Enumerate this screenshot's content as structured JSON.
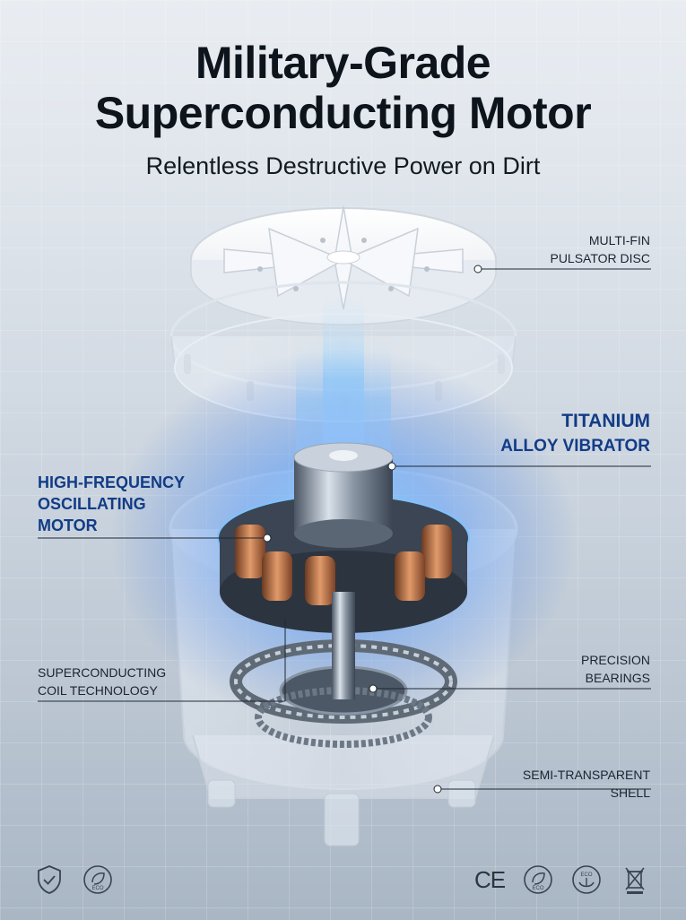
{
  "title": {
    "line1": "Military-Grade",
    "line2": "Superconducting Motor"
  },
  "subtitle": "Relentless Destructive Power on Dirt",
  "callouts": {
    "pulsator": {
      "line1": "MULTI-FIN",
      "line2": "PULSATOR DISC"
    },
    "vibrator": {
      "line1": "TITANIUM",
      "line2": "ALLOY VIBRATOR"
    },
    "motor": {
      "line1": "HIGH-FREQUENCY",
      "line2": "OSCILLATING",
      "line3": "MOTOR"
    },
    "coil": {
      "line1": "SUPERCONDUCTING",
      "line2": "COIL TECHNOLOGY"
    },
    "bearings": {
      "line1": "PRECISION",
      "line2": "BEARINGS"
    },
    "shell": {
      "line1": "SEMI-TRANSPARENT",
      "line2": "SHELL"
    }
  },
  "badges_left": [
    {
      "icon": "shield-check-icon"
    },
    {
      "icon": "eco-leaf-icon",
      "text": "ECO"
    }
  ],
  "badges_right": [
    {
      "icon": "ce-mark-icon",
      "text": "CE"
    },
    {
      "icon": "eco-leaf-icon",
      "text": "ECO"
    },
    {
      "icon": "eco-hands-icon",
      "text": "ECO"
    },
    {
      "icon": "weee-bin-icon"
    }
  ],
  "colors": {
    "accent": "#123c86",
    "glow": "#3aa0ff",
    "text": "#0e141b"
  }
}
